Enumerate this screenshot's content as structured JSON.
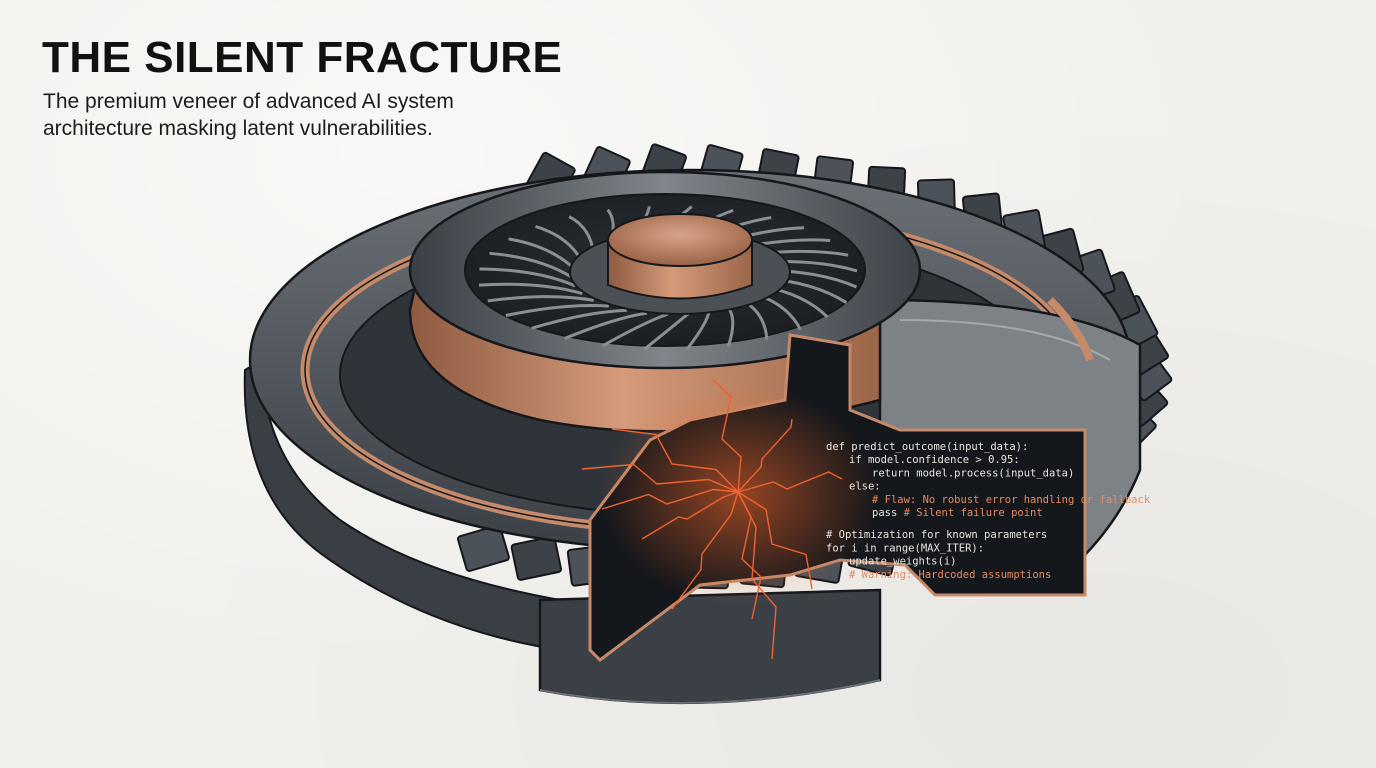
{
  "header": {
    "title": "THE SILENT FRACTURE",
    "subtitle_lines": [
      "The premium veneer of advanced AI system",
      "architecture masking latent vulnerabilities."
    ]
  },
  "illustration": {
    "subject": "cutaway-gear-turbine",
    "code_lines": [
      "def predict_outcome(input_data):",
      "if model.confidence > 0.95:",
      "return model.process(input_data)",
      "else:",
      "# Flaw: No robust error handling or fallback",
      "pass # Silent failure point",
      "# Optimization for known parameters",
      "for i in range(MAX_ITER):",
      "update_weights(i)",
      "# Warning: Hardcoded assumptions"
    ],
    "code_line_kinds": [
      "code",
      "code",
      "code",
      "code",
      "comment",
      "mixed",
      "code",
      "code",
      "code",
      "comment"
    ],
    "colors": {
      "background": "#f1f0ec",
      "steel_dark": "#2e3239",
      "steel_mid": "#4f555d",
      "steel_light": "#8a8f94",
      "copper": "#c58a6a",
      "copper_dark": "#8e5a40",
      "crack_glow": "#f0622e",
      "code_text": "#e8e6e0",
      "code_comment": "#e58b63",
      "outline": "#15171b"
    }
  }
}
